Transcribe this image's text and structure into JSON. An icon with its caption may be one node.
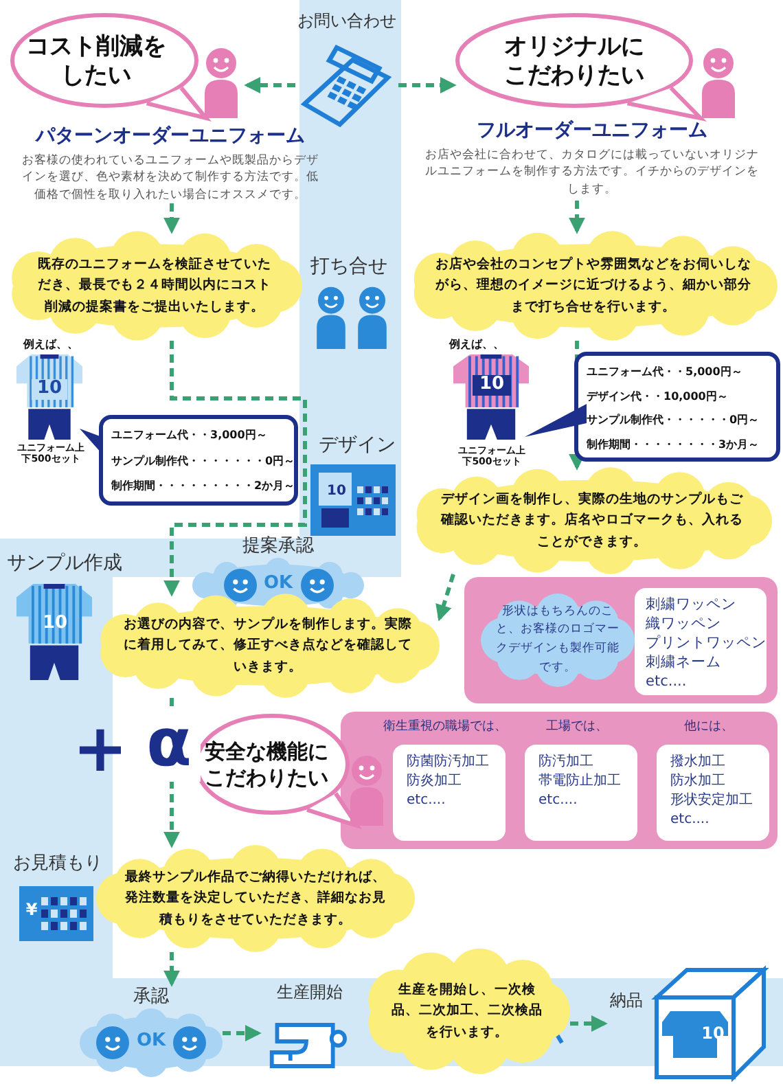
{
  "diagram": {
    "nodes": [
      {
        "text": [
          "お問い合わせ"
        ]
      },
      {
        "text": [
          "コスト削減をしたい"
        ]
      },
      {
        "text": [
          "パターンオーダーユニフォーム",
          "お客様の使われているユニフォームや既製品からデザインを選び、色や素材を決めて制作する方法です。低価格で個性を取り入れたい場合にオススメです。"
        ]
      },
      {
        "text": [
          "オリジナルにこだわりたい"
        ]
      },
      {
        "text": [
          "フルオーダーユニフォーム",
          "お店や会社に合わせて、カタログには載っていないオリジナルユニフォームを制作する方法です。イチからのデザインをします。"
        ]
      },
      {
        "text": [
          "既存のユニフォームを検証させていただき、最長でも２４時間以内にコスト削減の提案書をご提出いたします。"
        ]
      },
      {
        "text": [
          "お店や会社のコンセプトや雰囲気などをお伺いしながら、理想のイメージに近づけるよう、細かい部分まで打ち合せを行います。"
        ]
      },
      {
        "text": [
          "ユニフォーム代・・3,000円～",
          "サンプル制作代・・・・・・・0円～",
          "制作期間・・・・・・・・・2か月～"
        ]
      },
      {
        "text": [
          "ユニフォーム代・・5,000円～",
          "デザイン代・・10,000円～",
          "サンプル制作代・・・・・・0円～",
          "制作期間・・・・・・・・3か月～"
        ]
      },
      {
        "text": [
          "デザイン画を制作し、実際の生地のサンプルもご確認いただきます。店名やロゴマークも、入れることができます。"
        ]
      },
      {
        "text": [
          "提案承認",
          "OK"
        ]
      },
      {
        "text": [
          "お選びの内容で、サンプルを制作します。実際に着用してみて、修正すべき点などを確認していきます。"
        ]
      },
      {
        "text": [],
        "shape": "box"
      },
      {
        "text": [
          "形状はもちろんのこと、お客様のロゴマークデザインも製作可能です。"
        ],
        "in": 12
      },
      {
        "text": [
          "刺繍ワッペン",
          "織ワッペン",
          "プリントワッペン",
          "刺繍ネーム",
          "etc...."
        ],
        "in": 12
      },
      {
        "text": [
          "安全な機能にこだわりたい"
        ]
      },
      {
        "text": [],
        "shape": "box"
      },
      {
        "text": [
          "衛生重視の職場では、",
          "防菌防汚加工",
          "防炎加工",
          "etc...."
        ],
        "in": 16
      },
      {
        "text": [
          "工場では、",
          "防汚加工",
          "帯電防止加工",
          "etc...."
        ],
        "in": 16
      },
      {
        "text": [
          "他には、",
          "撥水加工",
          "防水加工",
          "形状安定加工",
          "etc...."
        ],
        "in": 16
      },
      {
        "text": [
          "最終サンプル作品でご納得いただければ、発注数量を決定していただき、詳細なお見積もりをさせていただきます。"
        ]
      },
      {
        "text": [
          "承認",
          "OK"
        ]
      },
      {
        "text": [
          "生産開始"
        ]
      },
      {
        "text": [
          "生産を開始し、一次検品、二次加工、二次検品を行います。"
        ]
      },
      {
        "text": [
          "納品"
        ]
      }
    ],
    "edges": [
      {
        "from": 0,
        "to": 1,
        "arrow": "to"
      },
      {
        "from": 0,
        "to": 3,
        "arrow": "to"
      },
      {
        "from": 2,
        "to": 5,
        "arrow": "to"
      },
      {
        "from": 4,
        "to": 6,
        "arrow": "to"
      },
      {
        "from": 5,
        "to": 11,
        "arrow": "to"
      },
      {
        "from": 6,
        "to": 9,
        "arrow": "to"
      },
      {
        "from": 9,
        "to": 11,
        "arrow": "to"
      },
      {
        "from": 11,
        "to": 20,
        "arrow": "to"
      },
      {
        "from": 20,
        "to": 21,
        "arrow": "to"
      },
      {
        "from": 21,
        "to": 22,
        "arrow": "to"
      },
      {
        "from": 23,
        "to": 24,
        "arrow": "to"
      }
    ],
    "labels": [
      "打ち合せ",
      "例えば、、",
      "10",
      "ユニフォーム上下500セット",
      "例えば、、",
      "10",
      "ユニフォーム上下500セット",
      "デザイン",
      "10",
      "サンプル作成",
      "10",
      "+",
      "α",
      "お見積もり",
      "¥",
      "10"
    ]
  }
}
